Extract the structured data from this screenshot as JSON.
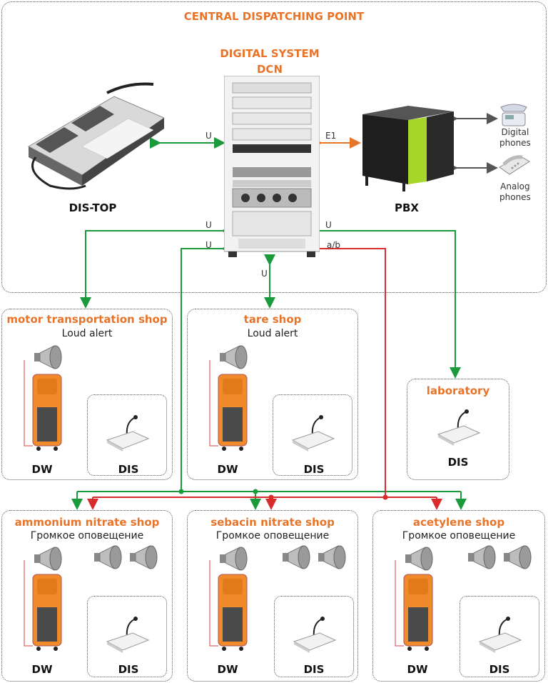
{
  "central": {
    "title": "CENTRAL DISPATCHING POINT"
  },
  "system": {
    "line1": "DIGITAL SYSTEM",
    "line2": "DCN"
  },
  "devices": {
    "dis_top": "DIS-TOP",
    "pbx": "PBX",
    "digital_phones": "Digital\nphones",
    "analog_phones": "Analog\nphones"
  },
  "links": {
    "u_left": "U",
    "e1": "E1",
    "u_bl": "U",
    "u_br": "U",
    "u_bl2": "U",
    "ab": "a/b",
    "u_center": "U"
  },
  "shops": {
    "motor": {
      "title": "motor transportation shop",
      "subtitle": "Loud alert",
      "dw": "DW",
      "dis": "DIS"
    },
    "tare": {
      "title": "tare shop",
      "subtitle": "Loud alert",
      "dw": "DW",
      "dis": "DIS"
    },
    "lab": {
      "title": "laboratory",
      "dis": "DIS"
    },
    "ammonium": {
      "title": "ammonium nitrate shop",
      "subtitle": "Громкое оповещение",
      "dw": "DW",
      "dis": "DIS"
    },
    "sebacin": {
      "title": "sebacin nitrate shop",
      "subtitle": "Громкое оповещение",
      "dw": "DW",
      "dis": "DIS"
    },
    "acetylene": {
      "title": "acetylene shop",
      "subtitle": "Громкое оповещение",
      "dw": "DW",
      "dis": "DIS"
    }
  },
  "colors": {
    "green": "#1a9a3a",
    "red": "#d92b2b",
    "orange": "#e8742a",
    "accent_title": "#e8742a"
  }
}
